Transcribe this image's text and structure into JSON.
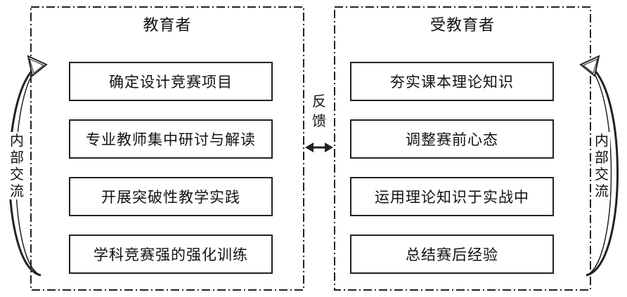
{
  "educator": {
    "title": "教育者",
    "steps": [
      "确定设计竞赛项目",
      "专业教师集中研讨与解读",
      "开展突破性教学实践",
      "学科竞赛强的强化训练"
    ]
  },
  "learner": {
    "title": "受教育者",
    "steps": [
      "夯实课本理论知识",
      "调整赛前心态",
      "运用理论知识于实战中",
      "总结赛后经验"
    ]
  },
  "feedback_label": [
    "反",
    "馈"
  ],
  "internal_label_left": [
    "内",
    "部",
    "交",
    "流"
  ],
  "internal_label_right": [
    "内",
    "部",
    "交",
    "流"
  ]
}
